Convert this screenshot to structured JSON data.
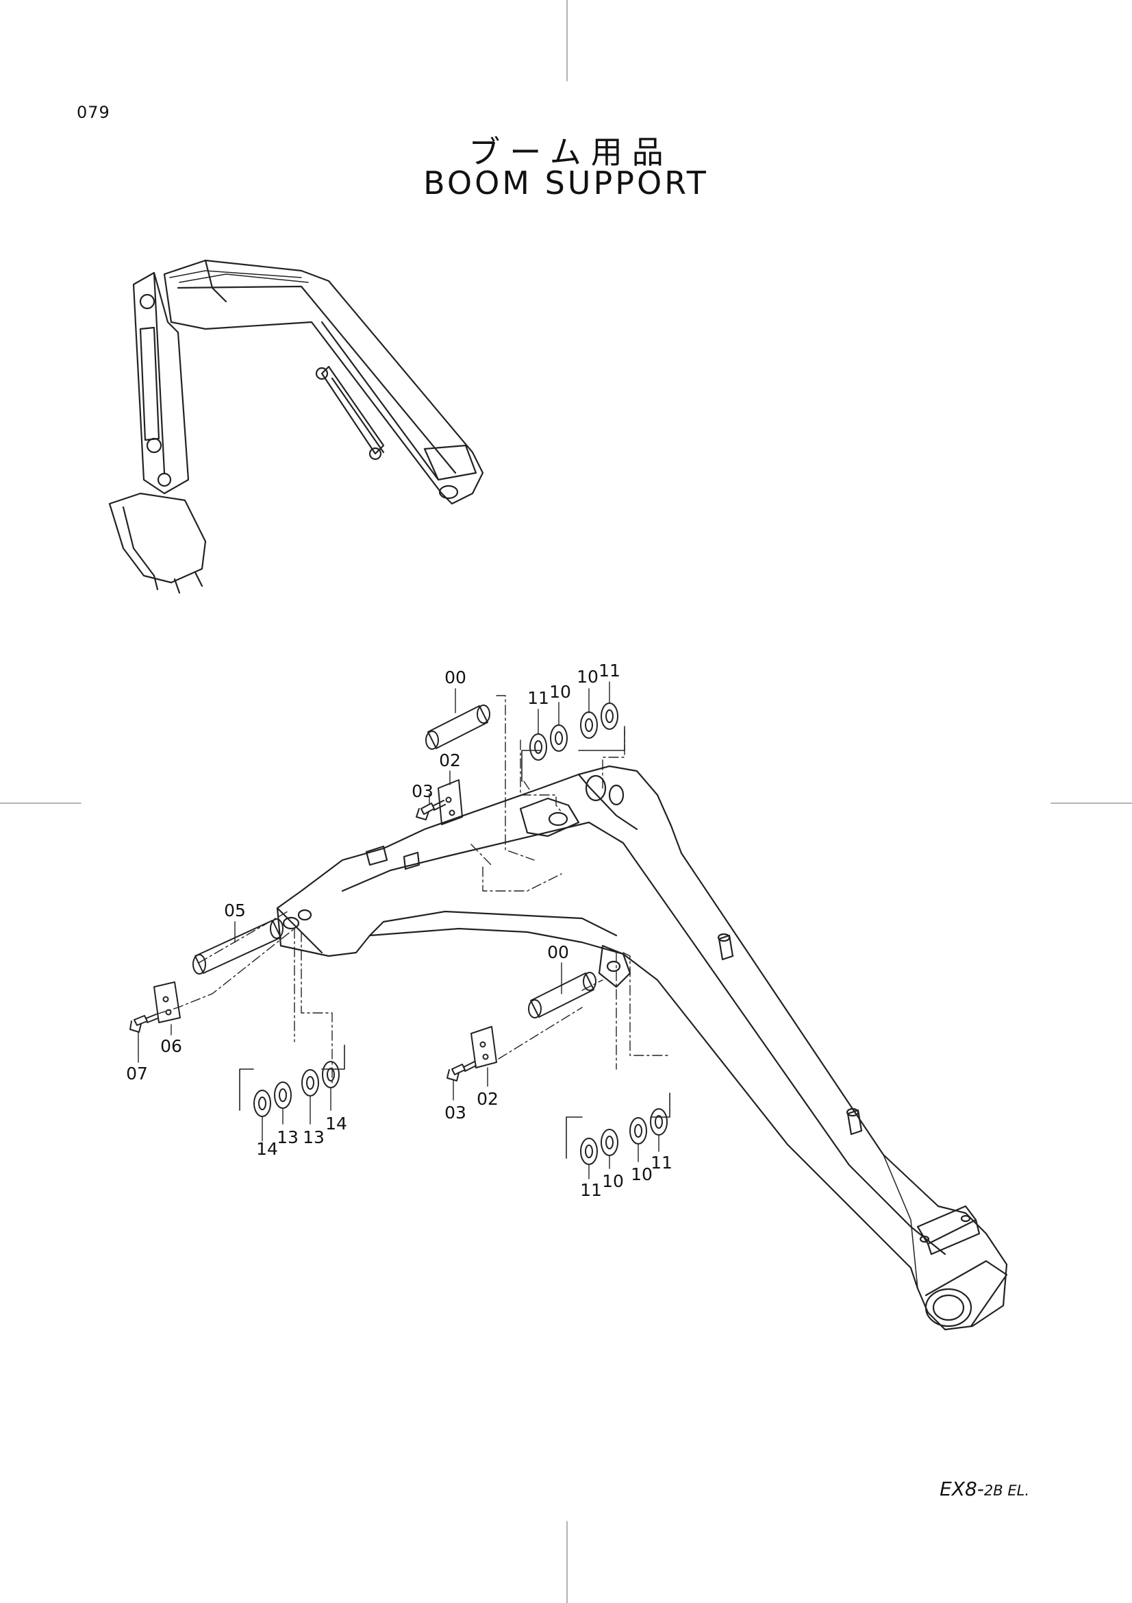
{
  "page": {
    "number": "079",
    "title_jp": "ブーム用品",
    "title_en": "BOOM SUPPORT",
    "model": "EX8-",
    "model_suffix": "2B EL."
  },
  "callouts": {
    "pin_top": "00",
    "top_washer_a1": "11",
    "top_washer_a2": "10",
    "top_washer_b1": "10",
    "top_washer_b2": "11",
    "plate_top": "02",
    "bolt_top": "03",
    "pin_left": "05",
    "plate_left": "06",
    "bolt_left": "07",
    "left_washer_1": "14",
    "left_washer_2": "13",
    "left_washer_3": "13",
    "left_washer_4": "14",
    "pin_mid": "00",
    "bolt_mid": "03",
    "plate_mid": "02",
    "mid_washer_1": "11",
    "mid_washer_2": "10",
    "mid_washer_3": "10",
    "mid_washer_4": "11"
  }
}
